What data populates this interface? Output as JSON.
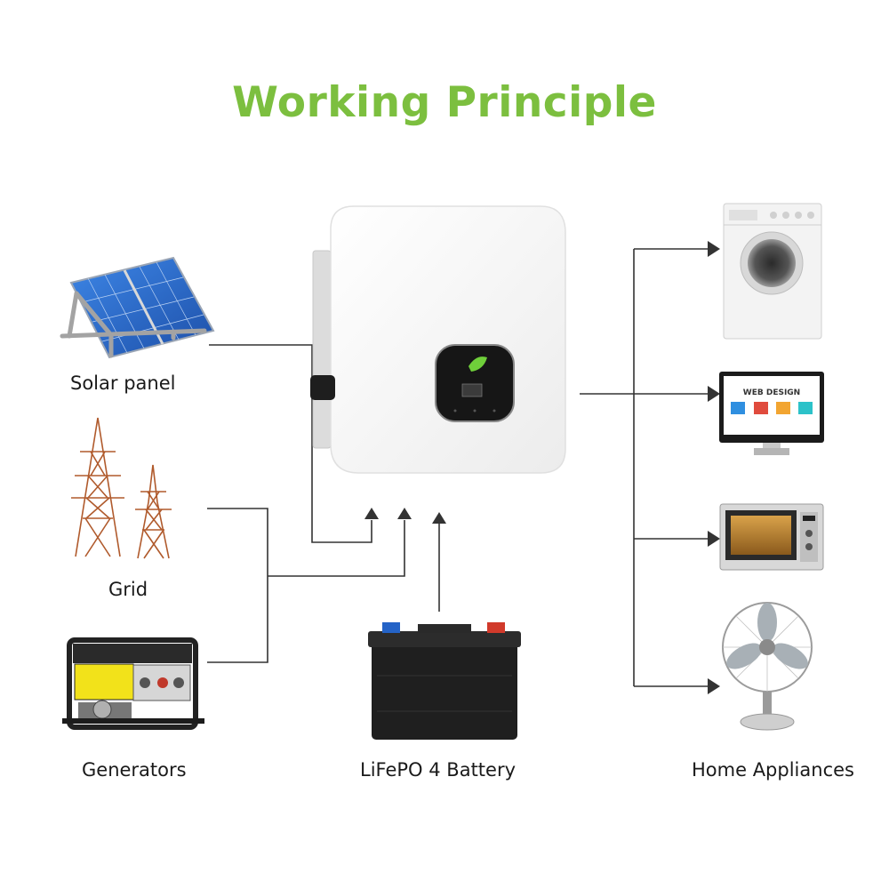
{
  "title": "Working Principle",
  "sources": {
    "solar_panel": "Solar panel",
    "grid": "Grid",
    "generators": "Generators",
    "battery": "LiFePO 4 Battery"
  },
  "outputs": {
    "home_appliances": "Home Appliances",
    "monitor_screen_text": "WEB DESIGN"
  },
  "colors": {
    "title": "#7cbf3f",
    "lines": "#333333",
    "inverter_body": "#f7f7f7",
    "solar_cell": "#2f6fd1",
    "generator_yellow": "#f2e21a"
  }
}
